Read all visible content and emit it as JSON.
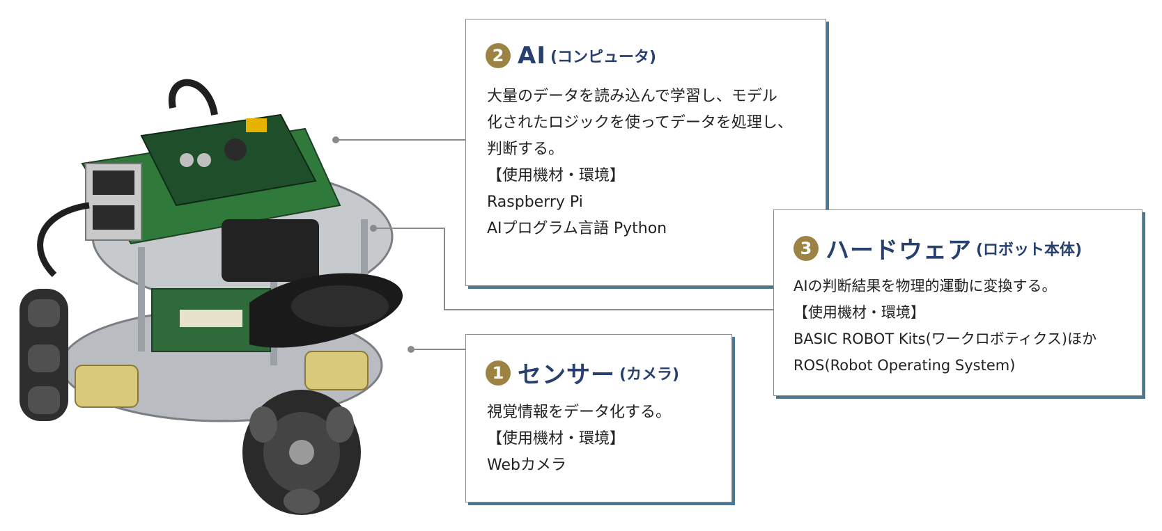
{
  "sections": {
    "ai": {
      "number": "2",
      "title": "AI",
      "subtitle": "(コンピュータ)",
      "lines": [
        "大量のデータを読み込んで学習し、モデル",
        "化されたロジックを使ってデータを処理し、",
        "判断する。",
        "【使用機材・環境】",
        "Raspberry Pi",
        "AIプログラム言語 Python"
      ]
    },
    "hardware": {
      "number": "3",
      "title": "ハードウェア",
      "subtitle": "(ロボット本体)",
      "lines": [
        "AIの判断結果を物理的運動に変換する。",
        "【使用機材・環境】",
        "BASIC ROBOT Kits(ワークロボティクス)ほか",
        "ROS(Robot Operating System)"
      ]
    },
    "sensor": {
      "number": "1",
      "title": "センサー",
      "subtitle": "(カメラ)",
      "lines": [
        "視覚情報をデータ化する。",
        "【使用機材・環境】",
        "Webカメラ"
      ]
    }
  },
  "colors": {
    "heading": "#27406e",
    "number_badge": "#9c8344",
    "card_shadow": "#4a7891",
    "leader_line": "#8a8a8a"
  }
}
